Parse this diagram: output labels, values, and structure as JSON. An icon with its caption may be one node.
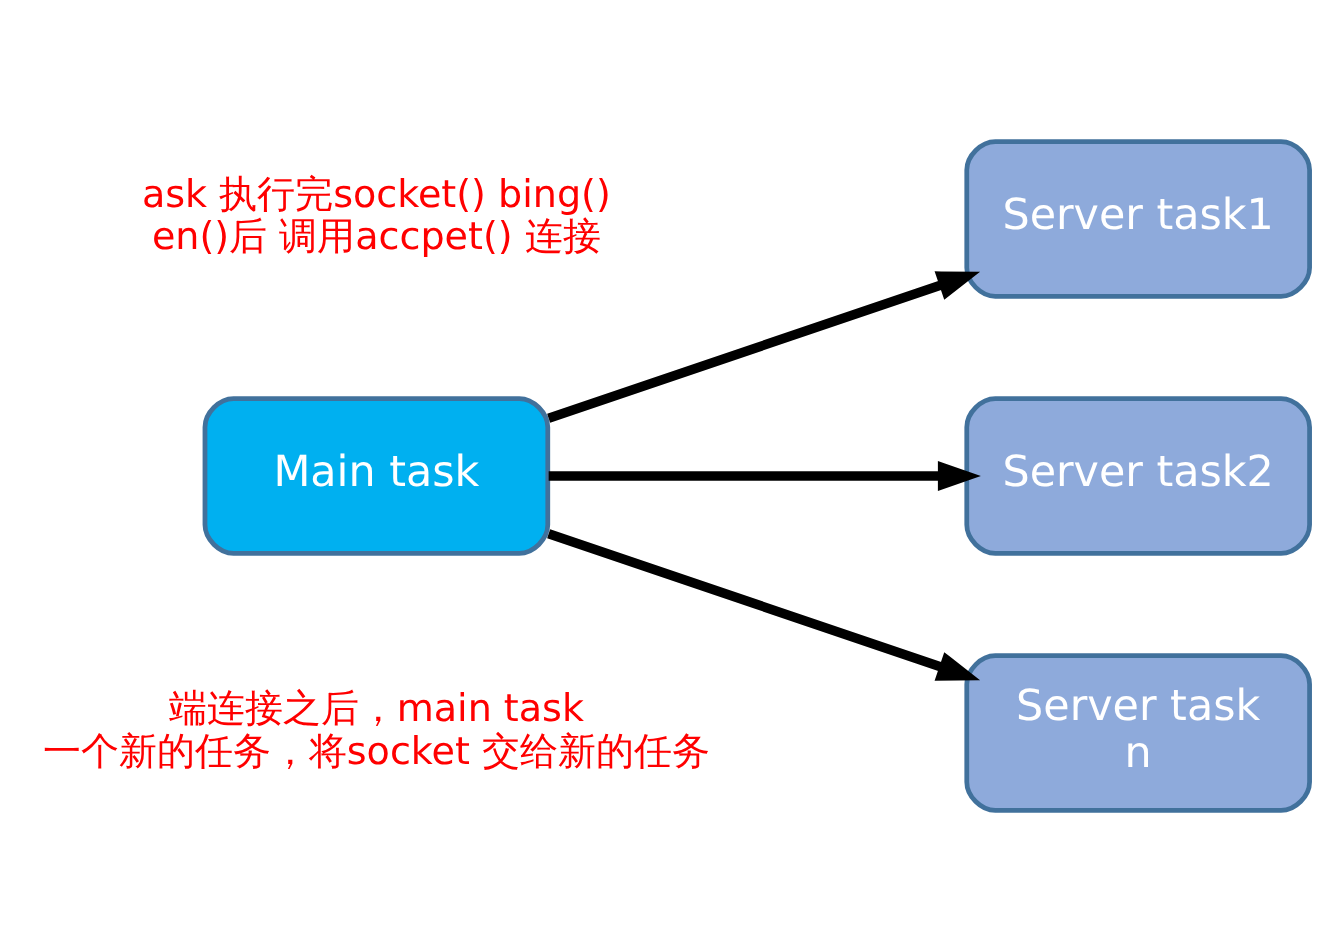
{
  "diagram": {
    "nodes": [
      {
        "text": [
          "Main task"
        ]
      },
      {
        "text": [
          "Server task1"
        ]
      },
      {
        "text": [
          "Server task2"
        ]
      },
      {
        "text": [
          "Server task n"
        ]
      }
    ],
    "edges": [
      {
        "from": 0,
        "to": 1,
        "arrow": "to"
      },
      {
        "from": 0,
        "to": 2,
        "arrow": "to"
      },
      {
        "from": 0,
        "to": 3,
        "arrow": "to"
      }
    ],
    "labels": [
      "ask 执行完socket() bing() en()后 调用accpet() 连接",
      "端连接之后，main task 一个新的任务，将socket 交给新的任务"
    ]
  }
}
